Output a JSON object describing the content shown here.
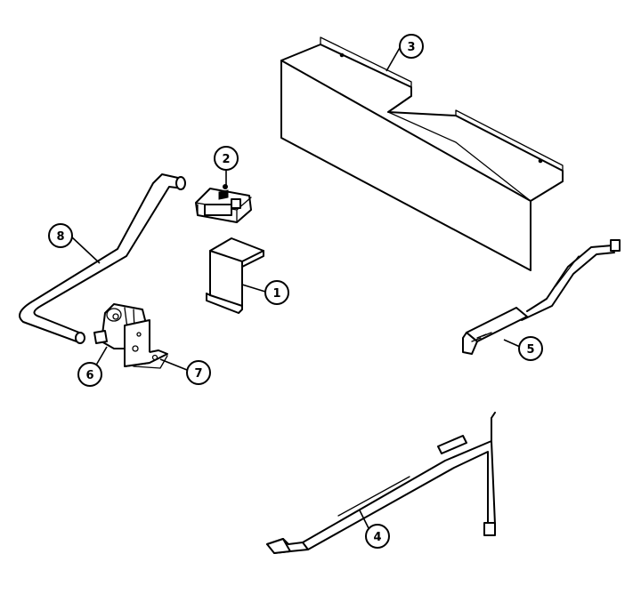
{
  "diagram": {
    "callouts": [
      {
        "id": "1",
        "label": "1"
      },
      {
        "id": "2",
        "label": "2"
      },
      {
        "id": "3",
        "label": "3"
      },
      {
        "id": "4",
        "label": "4"
      },
      {
        "id": "5",
        "label": "5"
      },
      {
        "id": "6",
        "label": "6"
      },
      {
        "id": "7",
        "label": "7"
      },
      {
        "id": "8",
        "label": "8"
      }
    ],
    "colors": {
      "line": "#000000",
      "background": "#ffffff"
    }
  }
}
